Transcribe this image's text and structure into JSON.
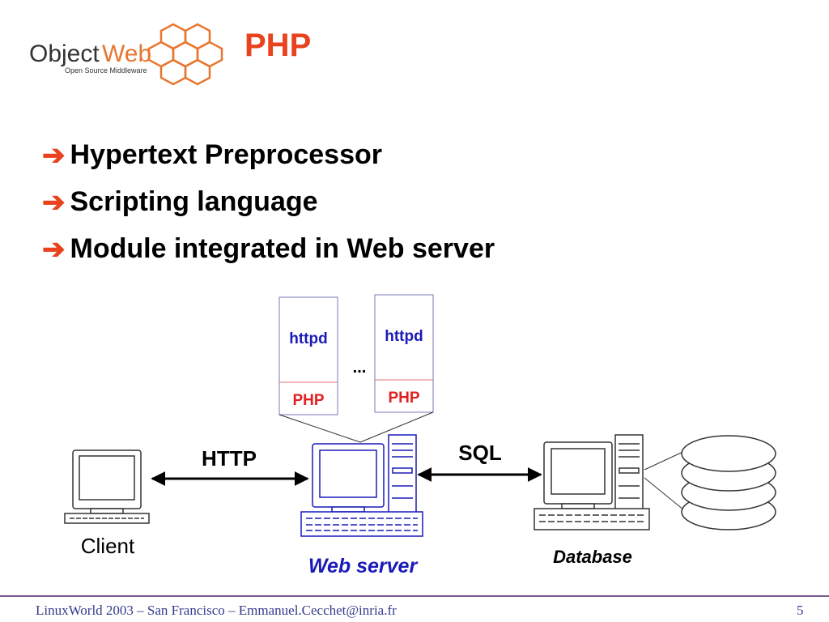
{
  "logo": {
    "object": "Object",
    "web": "Web",
    "tagline": "Open Source Middleware"
  },
  "title": "PHP",
  "bullets": [
    "Hypertext Preprocessor",
    "Scripting language",
    "Module integrated in Web server"
  ],
  "diagram": {
    "httpd_label": "httpd",
    "php_label": "PHP",
    "ellipsis": "...",
    "http_label": "HTTP",
    "sql_label": "SQL",
    "client_label": "Client",
    "webserver_label": "Web server",
    "database_label": "Database"
  },
  "colors": {
    "accent": "#e8421e",
    "blue": "#1a1ab8",
    "red": "#e02020",
    "footer": "#333a8c"
  },
  "footer": {
    "text": "LinuxWorld 2003 – San Francisco – Emmanuel.Cecchet@inria.fr",
    "page": "5"
  }
}
